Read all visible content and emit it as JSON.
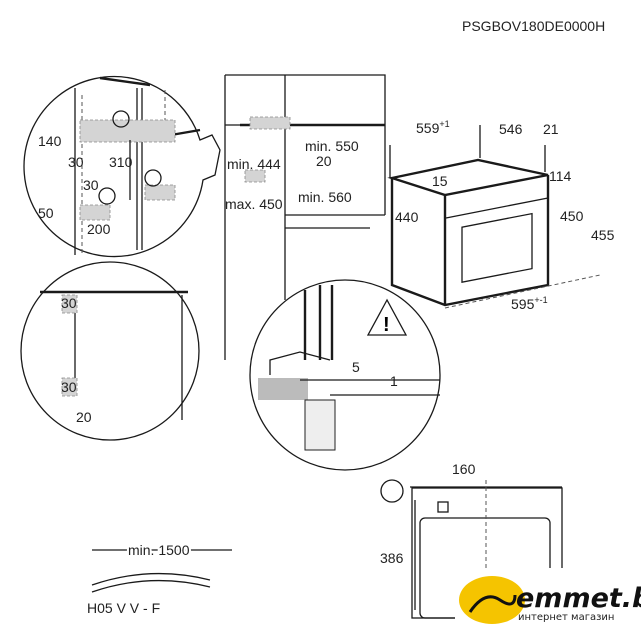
{
  "header": {
    "model_code": "PSGBOV180DE0000H"
  },
  "detail_outlet_positions": {
    "dim_top_height": "140",
    "dim_top_inset": "30",
    "dim_between": "310",
    "dim_bottom_inset": "30",
    "dim_bottom_height": "50",
    "dim_bottom_width": "200"
  },
  "cabinet": {
    "min_height": "min. 444",
    "max_height": "max. 450",
    "min_depth": "min. 550",
    "gap": "20",
    "min_width": "min. 560"
  },
  "oven": {
    "depth_total": "559",
    "depth_total_tol": "+1",
    "depth_body": "546",
    "front_thickness": "21",
    "top_offset": "15",
    "panel_height": "114",
    "body_height": "440",
    "front_height": "450",
    "total_height": "455",
    "width": "595",
    "width_tol": "+-1"
  },
  "detail_side_clearance": {
    "top_dim": "30",
    "bottom_dim": "30",
    "bottom_offset": "20"
  },
  "detail_shelf": {
    "gap": "5",
    "tolerance": "1"
  },
  "cable": {
    "min_length": "min. 1500",
    "type": "H05 V V - F"
  },
  "front_view": {
    "outlet_offset": "160",
    "outlet_height": "386"
  },
  "watermark": {
    "brand": "emmet.by",
    "tagline": "интернет магазин",
    "brand_color": "#f5c400"
  }
}
